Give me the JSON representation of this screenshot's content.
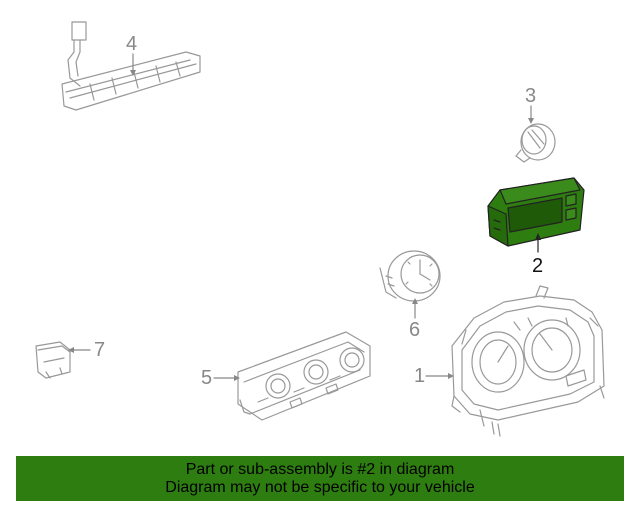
{
  "callouts": {
    "part1": "1",
    "part2": "2",
    "part3": "3",
    "part4": "4",
    "part5": "5",
    "part6": "6",
    "part7": "7"
  },
  "banner": {
    "line1": "Part or sub-assembly is #2 in diagram",
    "line2": "Diagram may not be specific to your vehicle"
  },
  "colors": {
    "highlight": "#2e7d10",
    "linework": "#999999",
    "callout": "#888888"
  }
}
